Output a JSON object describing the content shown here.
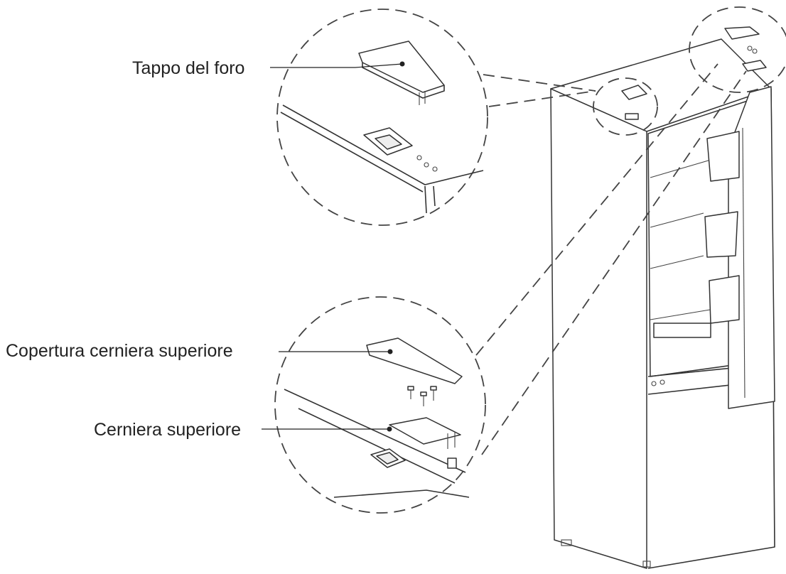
{
  "labels": {
    "hole_plug": "Tappo del foro",
    "top_hinge_cover": "Copertura cerniera superiore",
    "top_hinge": "Cerniera superiore"
  },
  "colors": {
    "line": "#333333",
    "text": "#222222",
    "background": "#ffffff"
  }
}
